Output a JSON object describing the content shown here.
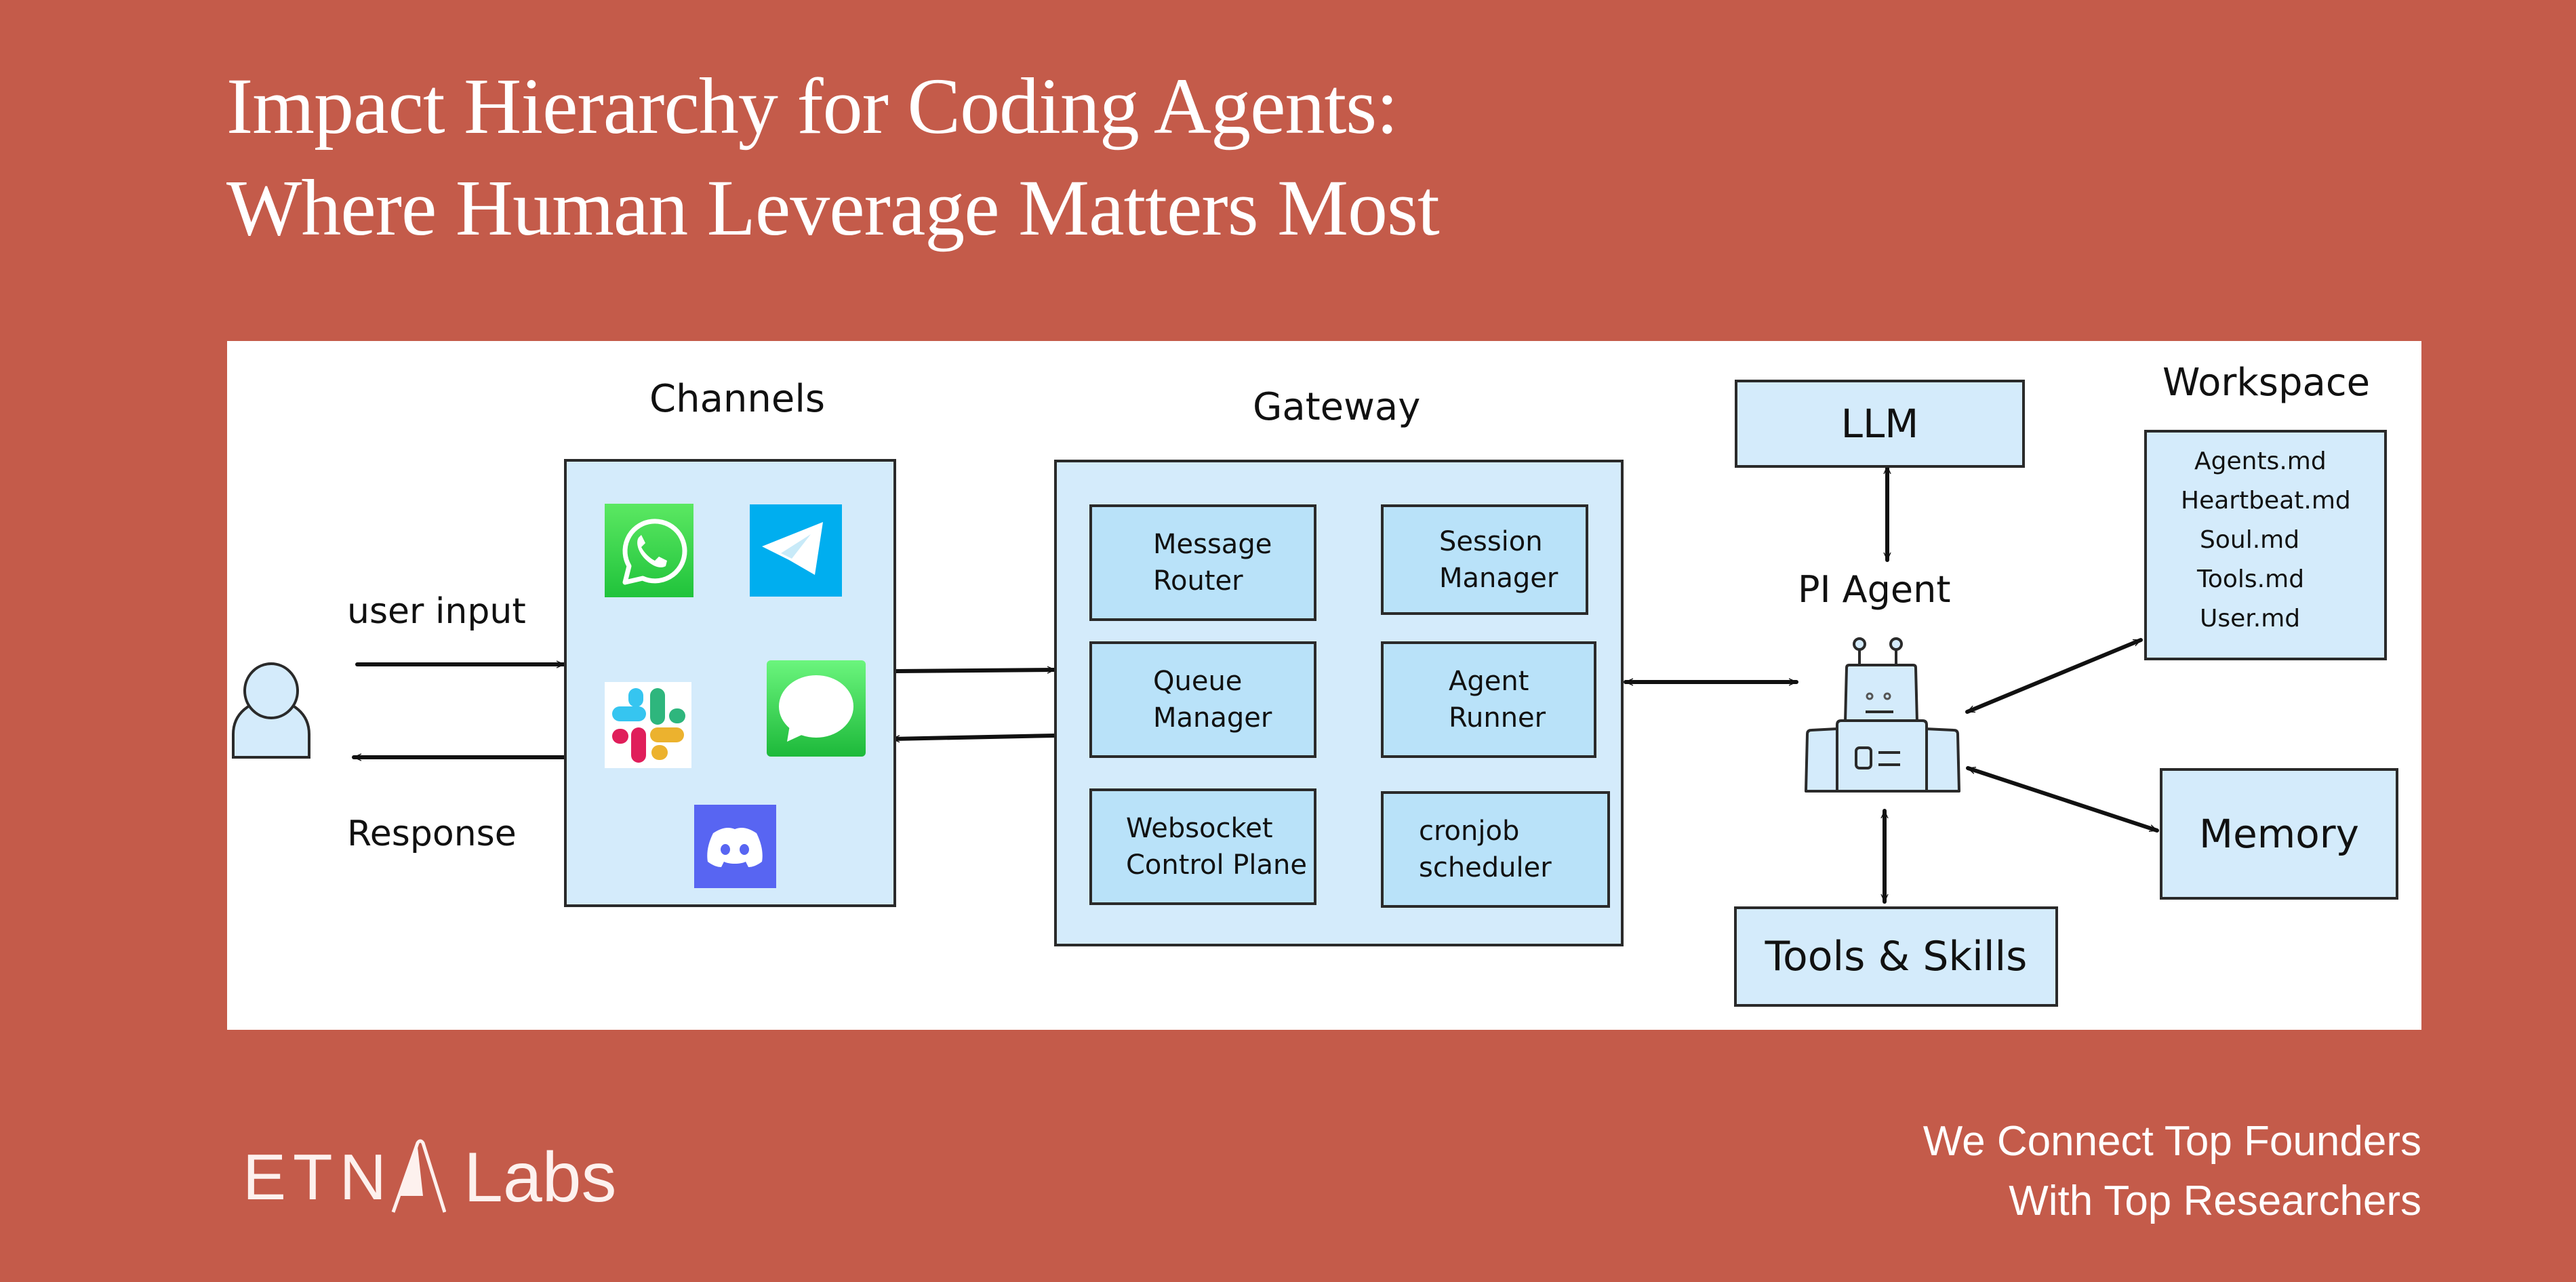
{
  "header": {
    "title_line1": "Impact Hierarchy for Coding Agents:",
    "title_line2": "Where Human Leverage Matters Most"
  },
  "diagram": {
    "user": {
      "icon": "person-icon"
    },
    "user_input_label": "user input",
    "response_label": "Response",
    "channels": {
      "title": "Channels",
      "apps": [
        {
          "name": "WhatsApp",
          "icon": "whatsapp-icon",
          "color": "#25D366"
        },
        {
          "name": "Telegram",
          "icon": "telegram-icon",
          "color": "#00AEEF"
        },
        {
          "name": "Slack",
          "icon": "slack-icon",
          "color": "#FFFFFF"
        },
        {
          "name": "Messages",
          "icon": "messages-icon",
          "color": "#34C759"
        },
        {
          "name": "Discord",
          "icon": "discord-icon",
          "color": "#5865F2"
        }
      ]
    },
    "gateway": {
      "title": "Gateway",
      "components": [
        {
          "line1": "Message",
          "line2": "Router"
        },
        {
          "line1": "Session",
          "line2": "Manager"
        },
        {
          "line1": "Queue",
          "line2": "Manager"
        },
        {
          "line1": "Agent",
          "line2": "Runner"
        },
        {
          "line1": "Websocket",
          "line2": "Control Plane"
        },
        {
          "line1": "cronjob",
          "line2": "scheduler"
        }
      ]
    },
    "llm": {
      "label": "LLM"
    },
    "agent": {
      "label": "PI Agent",
      "icon": "robot-icon"
    },
    "tools": {
      "label": "Tools & Skills"
    },
    "workspace": {
      "title": "Workspace",
      "files": [
        "Agents.md",
        "Heartbeat.md",
        "Soul.md",
        "Tools.md",
        "User.md"
      ]
    },
    "memory": {
      "label": "Memory"
    },
    "colors": {
      "box_fill": "#D4EBFB",
      "inner_box_fill": "#B9E2F9",
      "stroke": "#2A2A2A"
    }
  },
  "footer": {
    "logo_part1": "ETN",
    "logo_part2": "Labs",
    "tagline_line1": "We Connect Top Founders",
    "tagline_line2": "With Top Researchers"
  },
  "theme": {
    "background": "#C45B4A",
    "panel": "#FFFFFF",
    "text_on_bg": "#FFFFFF"
  }
}
